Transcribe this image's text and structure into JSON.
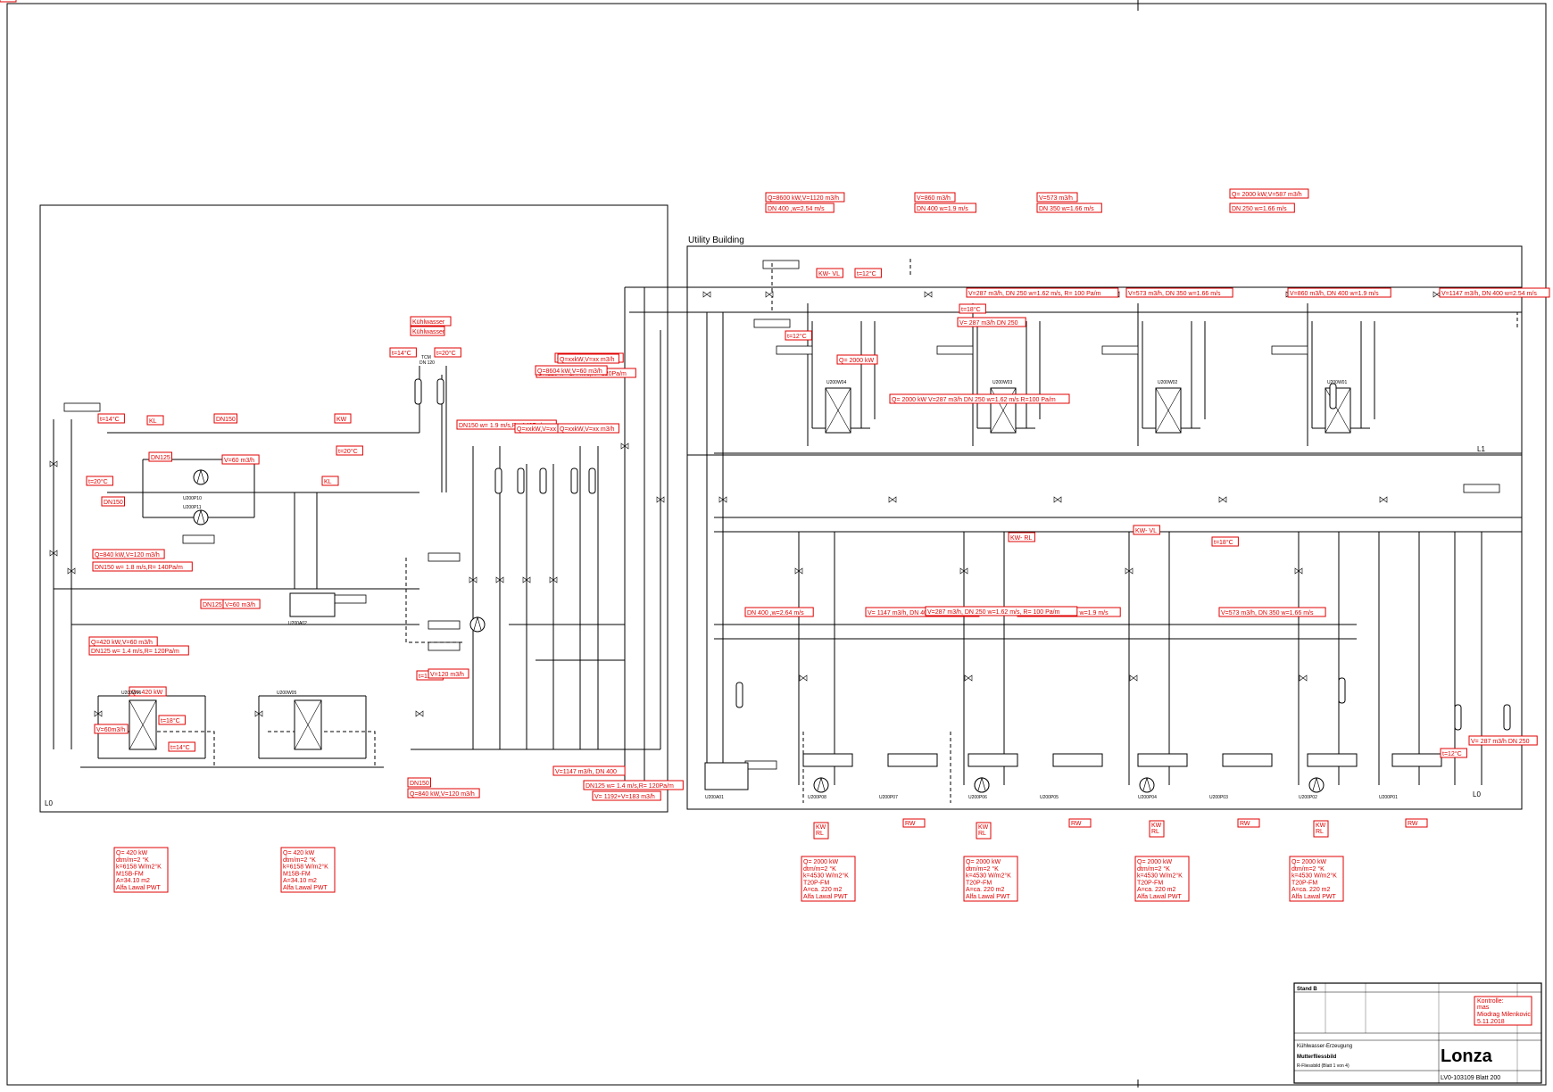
{
  "header": {
    "utility_building": "Utility Building",
    "l0_left": "L0",
    "l0_right": "L0",
    "l1": "L1",
    "kuehlwasser": "Kühlwasser",
    "tcm": "TCM",
    "tcm_dn": "DN 120"
  },
  "colors": {
    "markup": "#e00000",
    "line": "#000000",
    "background": "#ffffff"
  },
  "annotations": [
    {
      "text": "Q=8600 kW,V=1120 m3/h"
    },
    {
      "text": "DN 400 ,w=2.54 m/s"
    },
    {
      "text": "V=860 m3/h"
    },
    {
      "text": "DN 400 w=1.9 m/s"
    },
    {
      "text": "V=573 m3/h"
    },
    {
      "text": "DN 350 w=1.66 m/s"
    },
    {
      "text": "Q= 2000 kW,V=587 m3/h"
    },
    {
      "text": "DN 250 w=1.66 m/s"
    },
    {
      "text": "KW- VL"
    },
    {
      "text": "t=12°C"
    },
    {
      "text": "V=287 m3/h, DN 250 w=1.62 m/s, R= 100 Pa/m"
    },
    {
      "text": "V=573 m3/h, DN 350 w=1.66 m/s"
    },
    {
      "text": "V=860 m3/h, DN 400 w=1.9 m/s"
    },
    {
      "text": "V=1147 m3/h, DN 400 w=2.54 m/s"
    },
    {
      "text": "t=18°C"
    },
    {
      "text": "V= 287 m3/h DN 250"
    },
    {
      "text": "t=12°C"
    },
    {
      "text": "Q= 2000 kW"
    },
    {
      "text": "Q= 2000 kW V=287 m3/h DN 250 w=1.62 m/s R=100 Pa/m"
    },
    {
      "text": "Kühlwasser"
    },
    {
      "text": "t=14°C"
    },
    {
      "text": "t=20°C"
    },
    {
      "text": "Q=420 kW,V=60 m3/h"
    },
    {
      "text": "DN125 w= 1.4 m/s,R= 120Pa/m"
    },
    {
      "text": "t=14°C"
    },
    {
      "text": "KL"
    },
    {
      "text": "DN150"
    },
    {
      "text": "KW"
    },
    {
      "text": "t=20°C"
    },
    {
      "text": "DN125"
    },
    {
      "text": "V=60 m3/h"
    },
    {
      "text": "t=20°C"
    },
    {
      "text": "KL"
    },
    {
      "text": "DN150"
    },
    {
      "text": "Q=840 kW,V=120 m3/h"
    },
    {
      "text": "DN150 w= 1.8 m/s,R= 140Pa/m"
    },
    {
      "text": "DN125"
    },
    {
      "text": "V=60 m3/h"
    },
    {
      "text": "Q=420 kW,V=60 m3/h"
    },
    {
      "text": "DN125 w= 1.4 m/s,R= 120Pa/m"
    },
    {
      "text": "Q= 420 kW"
    },
    {
      "text": "t=18°C"
    },
    {
      "text": "V=60m3/h"
    },
    {
      "text": "t=14°C"
    },
    {
      "text": "t=12°C"
    },
    {
      "text": "V=120 m3/h"
    },
    {
      "text": "DN150"
    },
    {
      "text": "Q=840 kW,V=120 m3/h"
    },
    {
      "text": "DN150 w= 1.9 m/s,R= 140Pa/m"
    },
    {
      "text": "Q=xxkW,V=xx m3/h"
    },
    {
      "text": "Q=xxkW,V=xx m3/h"
    },
    {
      "text": "Q=xxkW,V=xx m3/h"
    },
    {
      "text": "Q=8604 kW,V=60 m3/h"
    },
    {
      "text": "DN125 w= 1.4 m/s,R= 120Pa/m"
    },
    {
      "text": "V= 1192+V=183 m3/h"
    },
    {
      "text": "DN 400 ,w=2.64 m/s"
    },
    {
      "text": "V= 1147 m3/h, DN 400 w=2.54 m/s"
    },
    {
      "text": "V=860 m3/h, DN 400 w=1.9 m/s"
    },
    {
      "text": "V=573 m3/h, DN 350 w=1.66 m/s"
    },
    {
      "text": "V=287 m3/h, DN 250 w=1.62 m/s, R= 100 Pa/m"
    },
    {
      "text": "KW- RL"
    },
    {
      "text": "KW- VL"
    },
    {
      "text": "t=18°C"
    },
    {
      "text": "t=12°C"
    },
    {
      "text": "V= 287 m3/h DN 250"
    },
    {
      "text": "V=1147 m3/h, DN 400"
    },
    {
      "text": "RW"
    },
    {
      "text": "KW"
    }
  ],
  "spec_blocks": [
    {
      "lines": [
        "Q= 420 kW",
        "dtm/m=2 °K",
        "k=6158 W/m2°K",
        "M15B-FM",
        "A=34.10 m2",
        "Alfa Lawal PWT"
      ]
    },
    {
      "lines": [
        "Q= 420 kW",
        "dtm/m=2 °K",
        "k=6158 W/m2°K",
        "M15B-FM",
        "A=34.10 m2",
        "Alfa Lawal PWT"
      ]
    },
    {
      "lines": [
        "Q= 2000 kW",
        "dtm/m=2 °K",
        "k=4530 W/m2°K",
        "T20P-FM",
        "A=ca. 220 m2",
        "Alfa Lawal PWT"
      ]
    },
    {
      "lines": [
        "Q= 2000 kW",
        "dtm/m=2 °K",
        "k=4530 W/m2°K",
        "T20P-FM",
        "A=ca. 220 m2",
        "Alfa Lawal PWT"
      ]
    },
    {
      "lines": [
        "Q= 2000 kW",
        "dtm/m=2 °K",
        "k=4530 W/m2°K",
        "T20P-FM",
        "A=ca. 220 m2",
        "Alfa Lawal PWT"
      ]
    },
    {
      "lines": [
        "Q= 2000 kW",
        "dtm/m=2 °K",
        "k=4530 W/m2°K",
        "T20P-FM",
        "A=ca. 220 m2",
        "Alfa Lawal PWT"
      ]
    }
  ],
  "equipment": [
    "U200P11",
    "U200P10",
    "U200W06",
    "U200W05",
    "U200A02",
    "U200W04",
    "U200W03",
    "U200W02",
    "U200W01",
    "U200A01",
    "U200P08",
    "U200P07",
    "U200P06",
    "U200P05",
    "U200P04",
    "U200P03",
    "U200P02",
    "U200P01"
  ],
  "bottom_tags": [
    "KW RL",
    "RW",
    "KW RL",
    "RW",
    "KW RL",
    "RW",
    "KW RL",
    "RW"
  ],
  "title_block": {
    "review_note": [
      "Kontrolle:",
      "mas",
      "Miodrag Milenkovic",
      "5.11.2018"
    ],
    "title1": "Kühlwasser-Erzeugung",
    "title2": "Mutterfliessbild",
    "title3": "R-Fliessbild (Blatt 1 von 4)",
    "doc_no": "LV0-103109 Blatt  200",
    "company": "Lonza",
    "rev": "Stand B"
  }
}
